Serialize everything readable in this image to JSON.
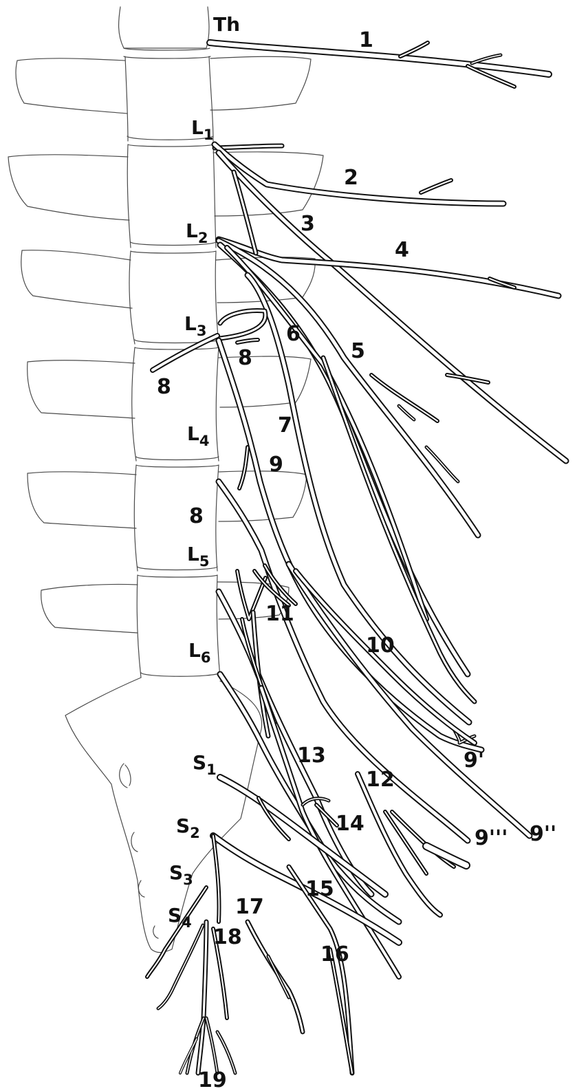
{
  "segments": {
    "th": "Th",
    "l1": {
      "letter": "L",
      "num": "1"
    },
    "l2": {
      "letter": "L",
      "num": "2"
    },
    "l3": {
      "letter": "L",
      "num": "3"
    },
    "l4": {
      "letter": "L",
      "num": "4"
    },
    "l5": {
      "letter": "L",
      "num": "5"
    },
    "l6": {
      "letter": "L",
      "num": "6"
    },
    "s1": {
      "letter": "S",
      "num": "1"
    },
    "s2": {
      "letter": "S",
      "num": "2"
    },
    "s3": {
      "letter": "S",
      "num": "3"
    },
    "s4": {
      "letter": "S",
      "num": "4"
    }
  },
  "nerves": {
    "n1": "1",
    "n2": "2",
    "n3": "3",
    "n4": "4",
    "n5": "5",
    "n6": "6",
    "n7": "7",
    "n8a": "8",
    "n8b": "8",
    "n8c": "8",
    "n9": "9",
    "n9p": "9'",
    "n9pp": "9''",
    "n9ppp": "9'''",
    "n10": "10",
    "n11": "11",
    "n12": "12",
    "n13": "13",
    "n14": "14",
    "n15": "15",
    "n16": "16",
    "n17": "17",
    "n18": "18",
    "n19": "19"
  },
  "colors": {
    "ink": "#111111",
    "bone": "#4a4a4a",
    "paper": "#ffffff"
  }
}
